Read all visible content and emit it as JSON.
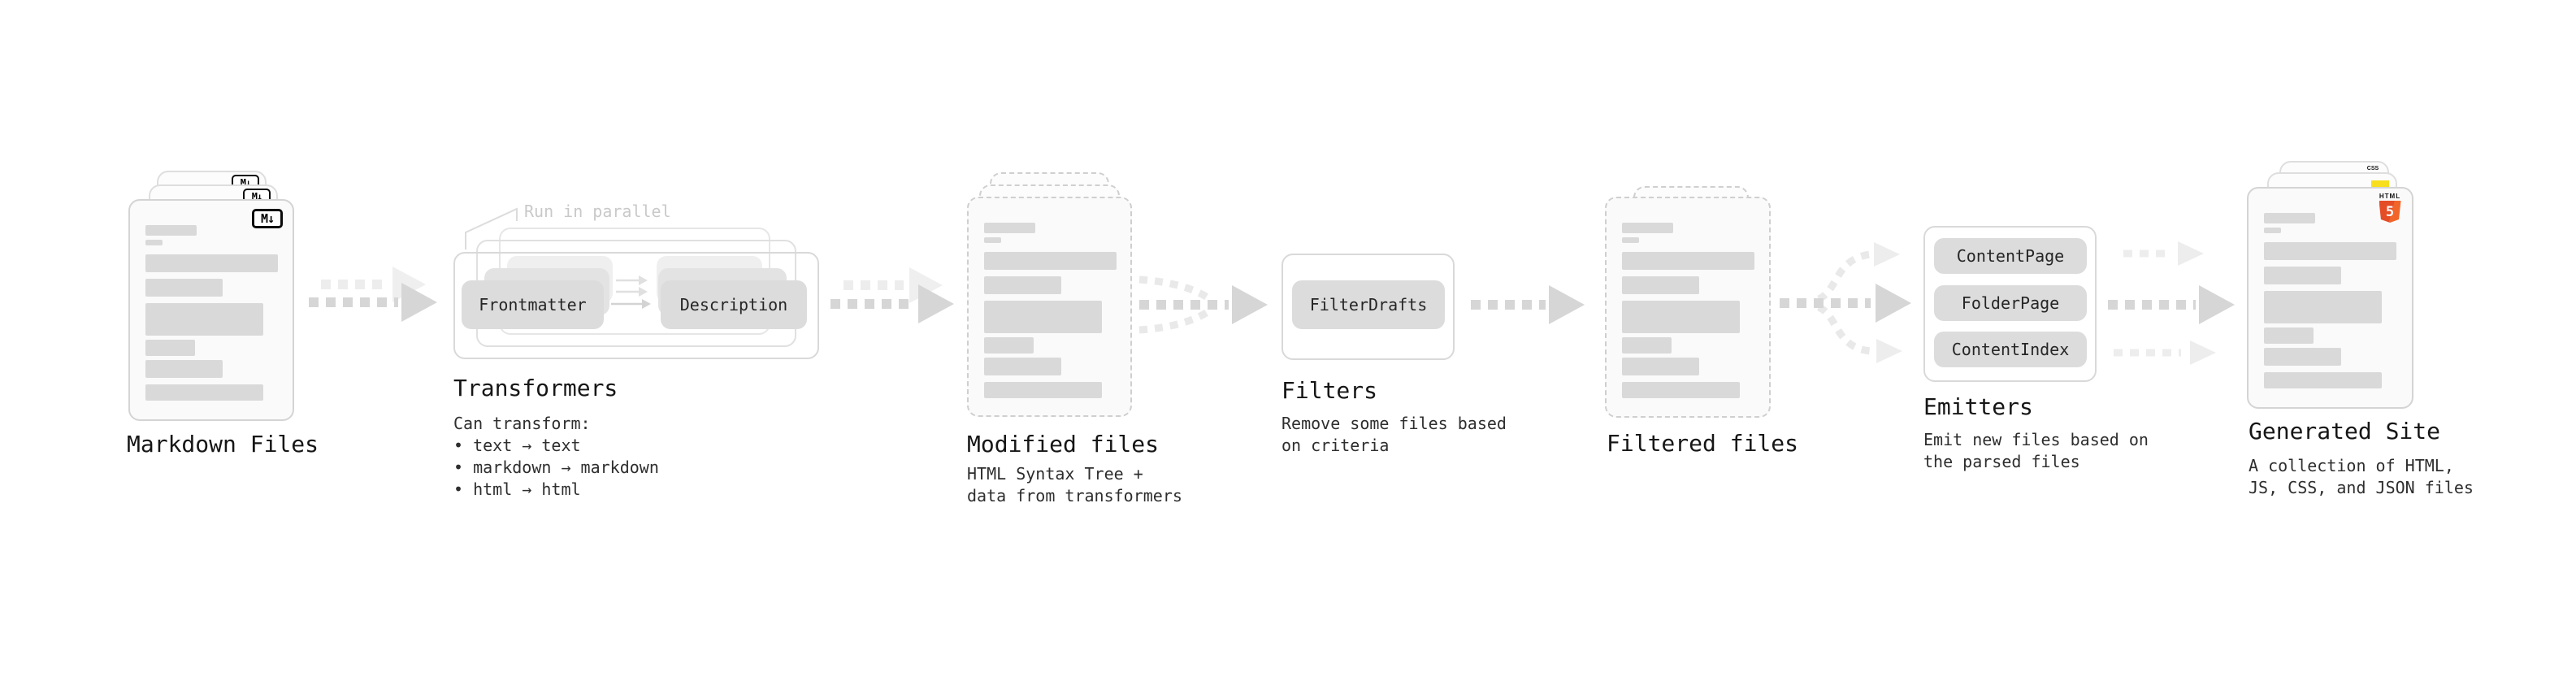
{
  "pipeline": {
    "markdown": {
      "title": "Markdown Files",
      "icon": "M↓"
    },
    "transformers": {
      "title": "Transformers",
      "note": "Run in parallel",
      "pill_left": "Frontmatter",
      "pill_right": "Description",
      "desc": "Can transform:\n • text → text\n • markdown → markdown\n • html → html"
    },
    "modified": {
      "title": "Modified files",
      "desc": "HTML Syntax Tree +\ndata from transformers"
    },
    "filters": {
      "title": "Filters",
      "pill": "FilterDrafts",
      "desc": "Remove some files based\non criteria"
    },
    "filtered": {
      "title": "Filtered files"
    },
    "emitters": {
      "title": "Emitters",
      "pills": [
        "ContentPage",
        "FolderPage",
        "ContentIndex"
      ],
      "desc": "Emit new files based on\nthe parsed files"
    },
    "generated": {
      "title": "Generated Site",
      "desc": "A collection of HTML,\nJS, CSS, and JSON files",
      "badges": {
        "html_label": "HTML",
        "html_number": "5",
        "css": "CSS"
      }
    }
  },
  "colors": {
    "html5_orange": "#e44d26",
    "js_yellow": "#f7df1e",
    "css_blue": "#2965f1",
    "arrow_gray": "#d6d6d6",
    "arrow_light": "#ededed"
  }
}
